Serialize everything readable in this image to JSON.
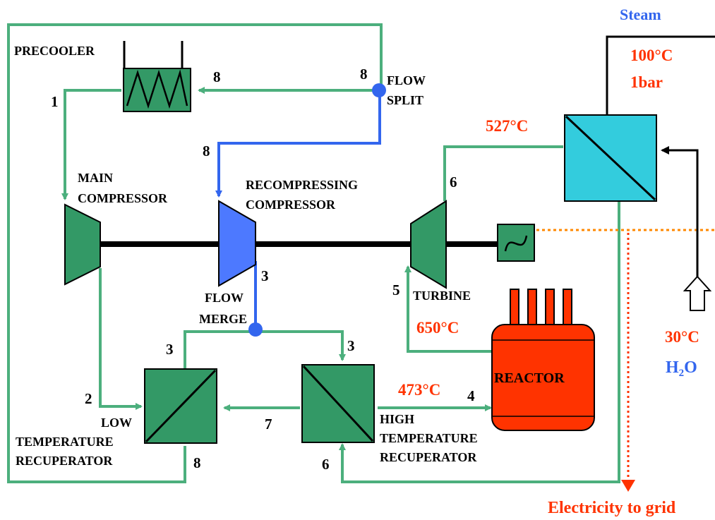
{
  "labels": {
    "precooler": "PRECOOLER",
    "flow_split_1": "FLOW",
    "flow_split_2": "SPLIT",
    "main_compressor_1": "MAIN",
    "main_compressor_2": "COMPRESSOR",
    "recompressing_1": "RECOMPRESSING",
    "recompressing_2": "COMPRESSOR",
    "flow_merge_1": "FLOW",
    "flow_merge_2": "MERGE",
    "turbine": "TURBINE",
    "reactor": "REACTOR",
    "ltr_1": "LOW",
    "ltr_2": "TEMPERATURE",
    "ltr_3": "RECUPERATOR",
    "htr_1": "HIGH",
    "htr_2": "TEMPERATURE",
    "htr_3": "RECUPERATOR",
    "steam": "Steam",
    "electricity": "Electricity to grid",
    "h2o_main": "H",
    "h2o_sub": "2",
    "h2o_end": "O"
  },
  "temperatures": {
    "steam_temp": "100°C",
    "steam_pressure": "1bar",
    "turbine_outlet": "527°C",
    "reactor_outlet": "650°C",
    "reactor_inlet": "473°C",
    "water_inlet": "30°C"
  },
  "state_points": {
    "p1": "1",
    "p8_precooler": "8",
    "p8_split": "8",
    "p8_recomp": "8",
    "p6_turbine": "6",
    "p3_recomp": "3",
    "p5": "5",
    "p3_ltr": "3",
    "p3_htr": "3",
    "p2": "2",
    "p7": "7",
    "p4": "4",
    "p8_bottom": "8",
    "p6_bottom": "6"
  },
  "colors": {
    "flow_line": "#4caf7d",
    "recompress_line": "#3366ee",
    "component_fill": "#339966",
    "recompressor_fill": "#4d79ff",
    "heat_exchanger_fill": "#33ccdd",
    "reactor_fill": "#ff3300",
    "temperature_text": "#ff3300",
    "blue_text": "#3366ee",
    "electric_line": "#ff8800",
    "grid_arrow": "#ff3300"
  }
}
